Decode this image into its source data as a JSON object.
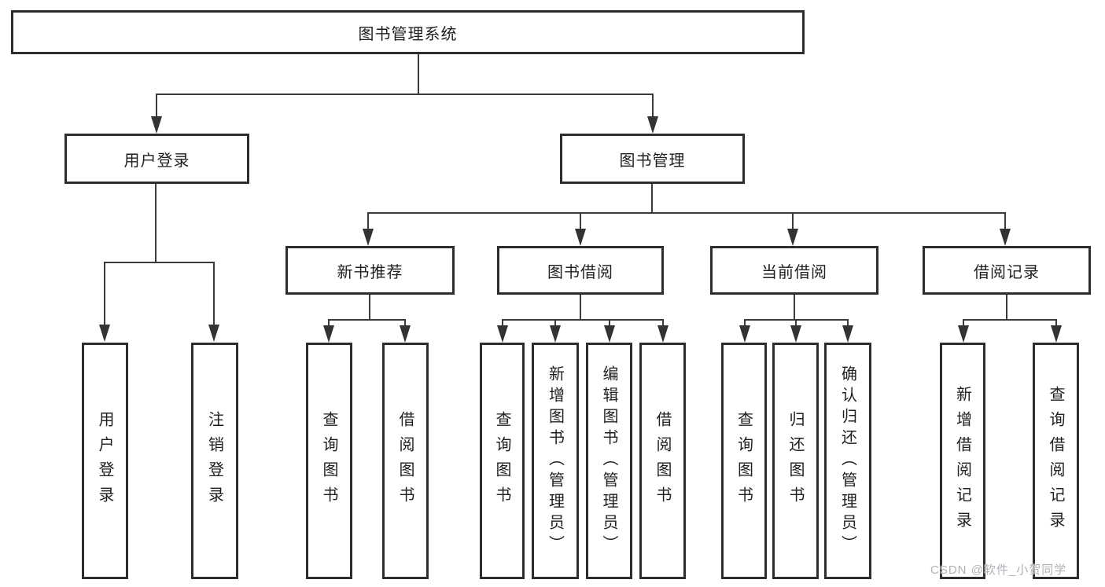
{
  "diagram_type": "hierarchy-tree",
  "tree": {
    "label": "图书管理系统",
    "children": [
      {
        "label": "用户登录",
        "children": [
          {
            "label": "用户登录"
          },
          {
            "label": "注销登录"
          }
        ]
      },
      {
        "label": "图书管理",
        "children": [
          {
            "label": "新书推荐",
            "children": [
              {
                "label": "查询图书"
              },
              {
                "label": "借阅图书"
              }
            ]
          },
          {
            "label": "图书借阅",
            "children": [
              {
                "label": "查询图书"
              },
              {
                "label": "新增图书（管理员）"
              },
              {
                "label": "编辑图书（管理员）"
              },
              {
                "label": "借阅图书"
              }
            ]
          },
          {
            "label": "当前借阅",
            "children": [
              {
                "label": "查询图书"
              },
              {
                "label": "归还图书"
              },
              {
                "label": "确认归还（管理员）"
              }
            ]
          },
          {
            "label": "借阅记录",
            "children": [
              {
                "label": "新增借阅记录"
              },
              {
                "label": "查询借阅记录"
              }
            ]
          }
        ]
      }
    ]
  },
  "watermark": {
    "text": "CSDN @软件_小贺同学"
  },
  "colors": {
    "box_border": "#2d2d2d",
    "line": "#3a3a3a",
    "text": "#1f1f1f",
    "watermark": "#b0b0b6",
    "background": "#ffffff"
  }
}
